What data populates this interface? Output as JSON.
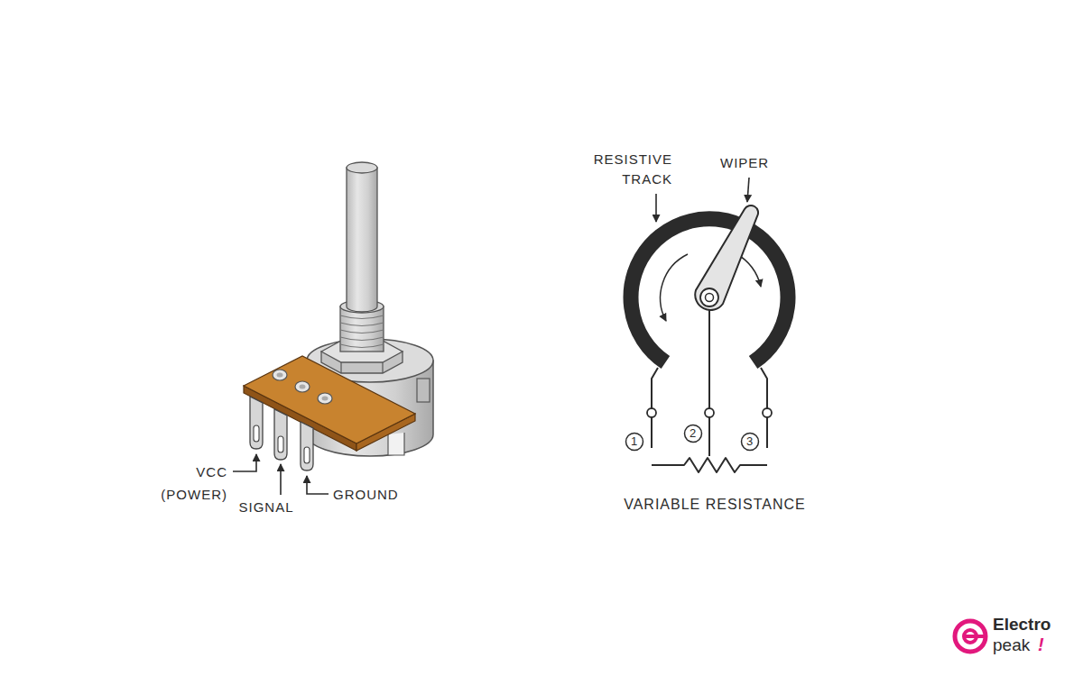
{
  "diagram": {
    "labels": [
      "VCC (POWER)",
      "SIGNAL",
      "GROUND",
      "RESISTIVE TRACK",
      "WIPER",
      "1",
      "2",
      "3",
      "VARIABLE RESISTANCE",
      "Electro",
      "peak",
      "!"
    ]
  }
}
